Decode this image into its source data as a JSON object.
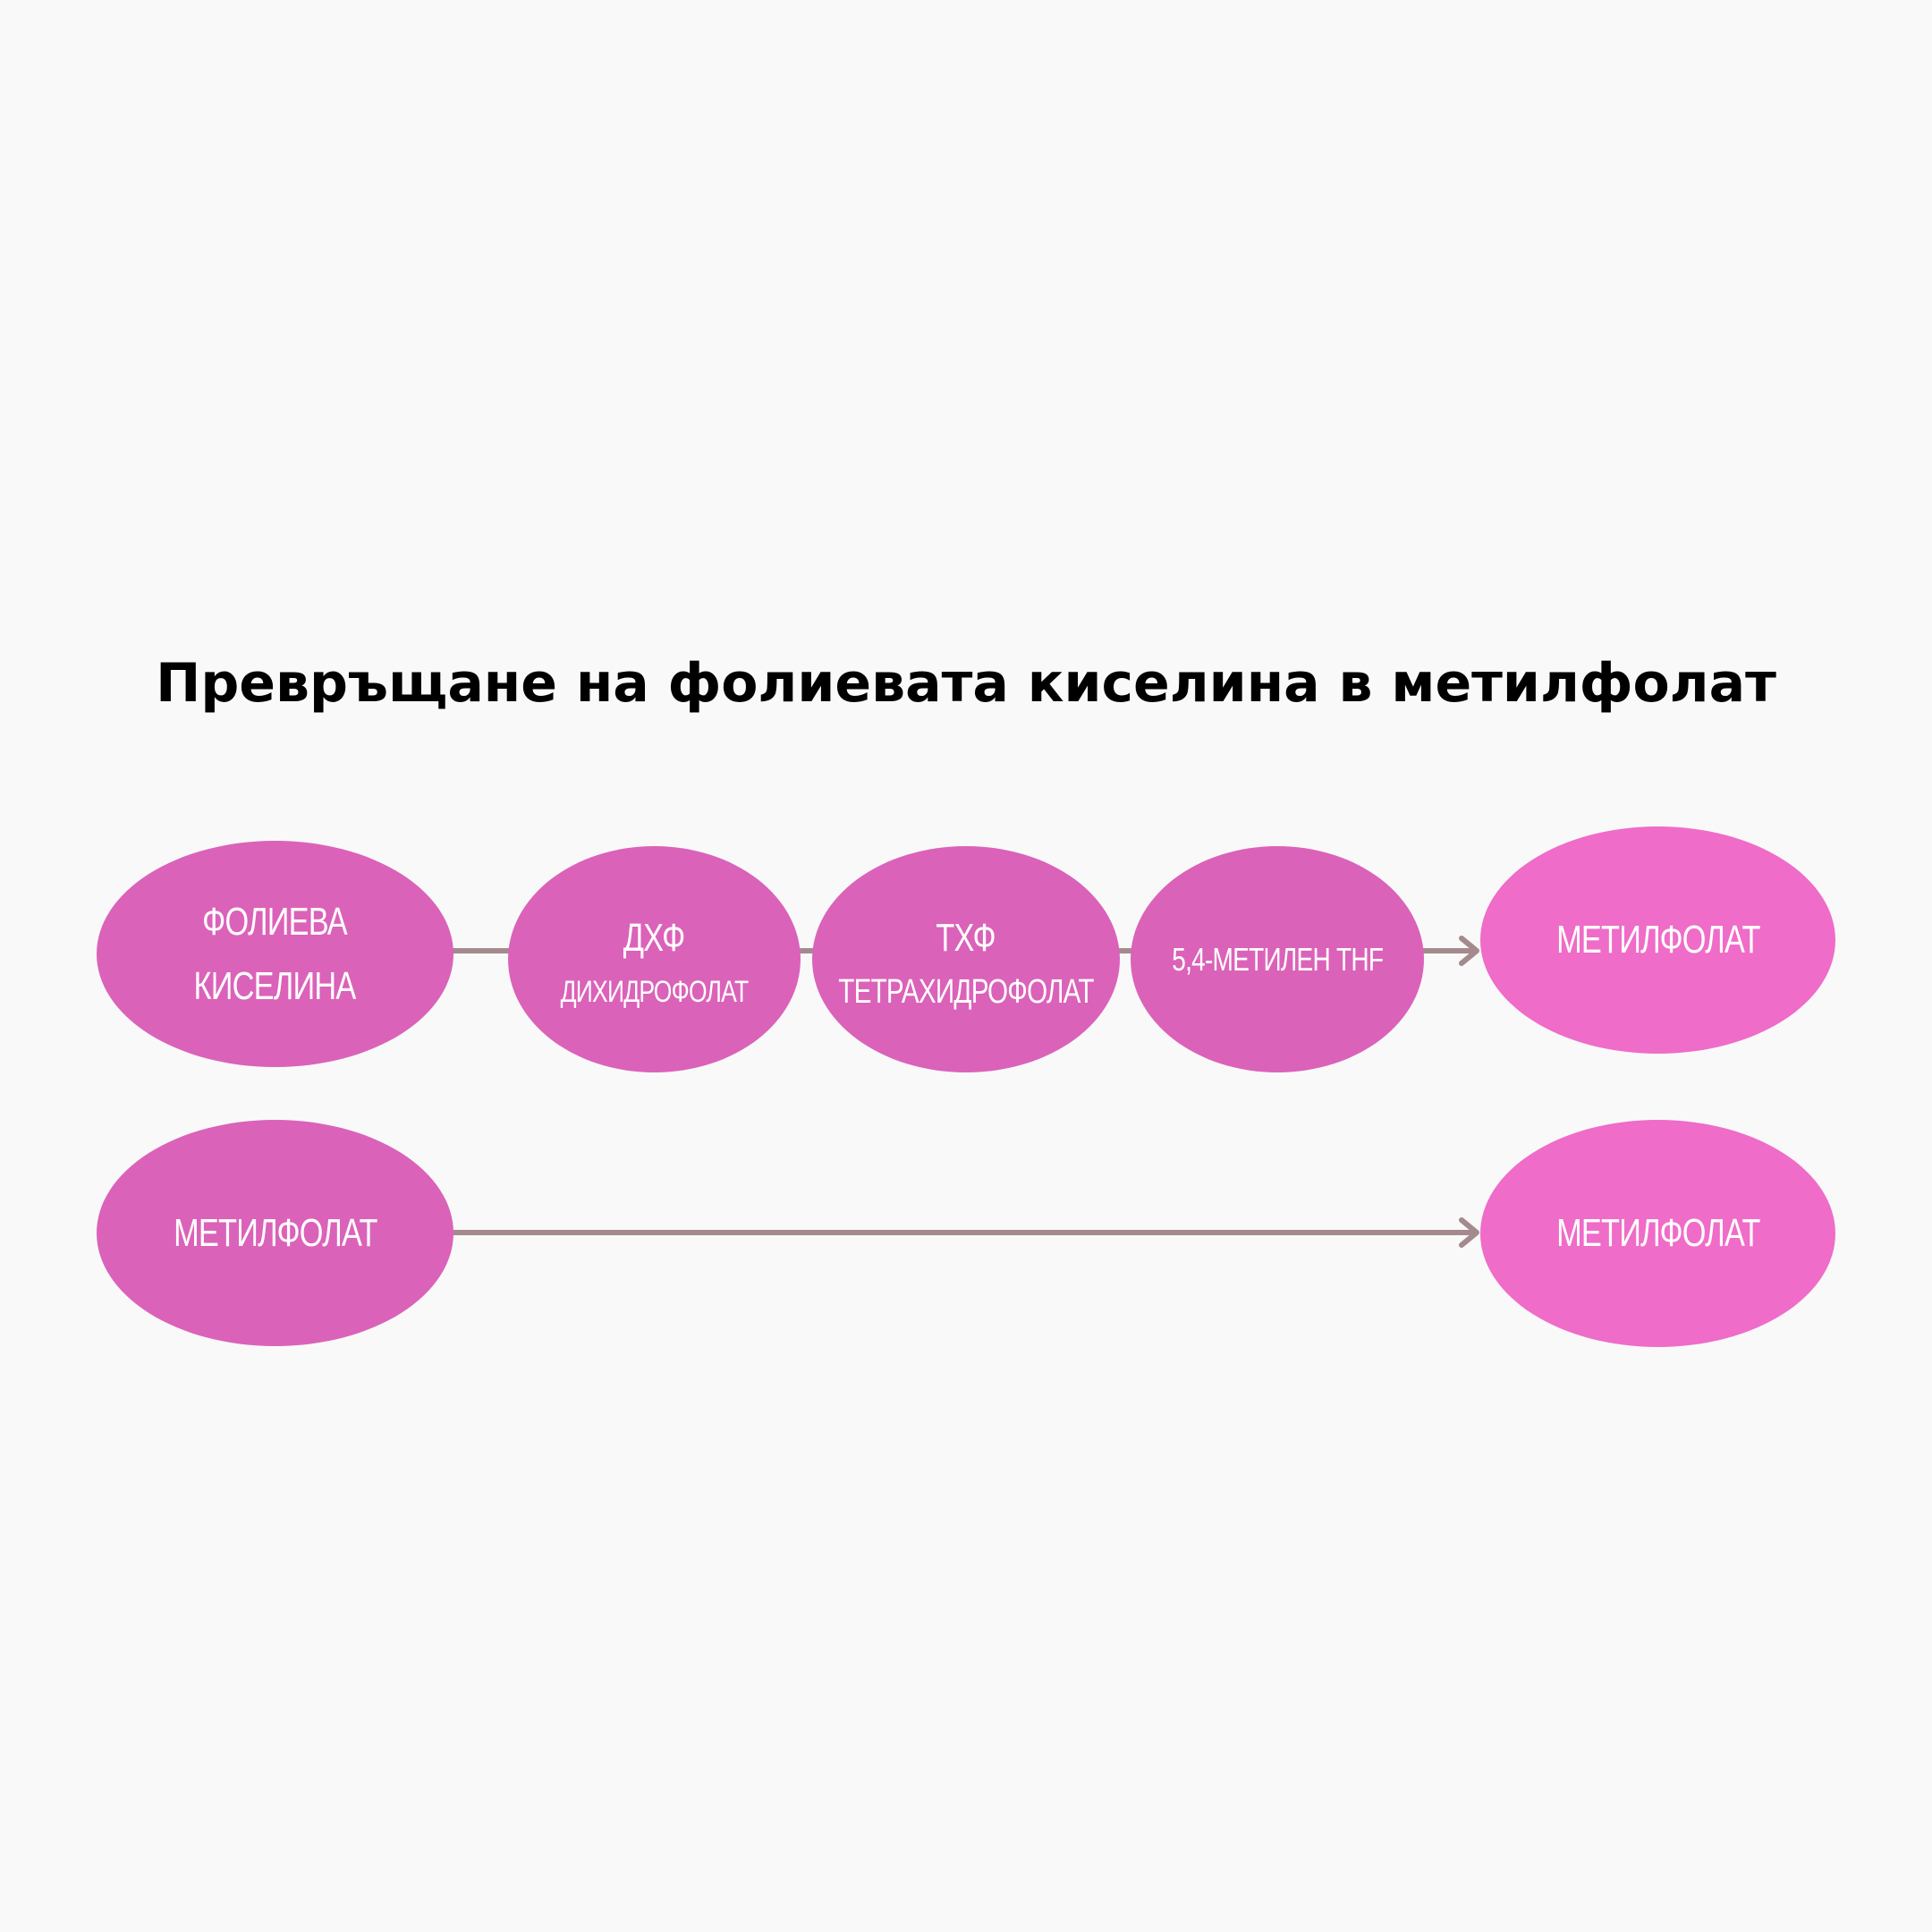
{
  "title": "Превръщане на фолиевата киселина в метилфолат",
  "colors": {
    "background": "#f9f9fa",
    "node_primary": "#db62b9",
    "node_final": "#ef6cc8",
    "arrow": "#a58a8d",
    "text": "#ffffff"
  },
  "row1": {
    "folic_acid": {
      "label": "Фолиева\nкиселина"
    },
    "dhf": {
      "label": "ДХФ",
      "sublabel": "дихидрофолат"
    },
    "thf": {
      "label": "ТХФ",
      "sublabel": "тетрахидрофолат"
    },
    "methylene_thf": {
      "label": "5,4-метилен THF"
    },
    "methylfolate": {
      "label": "метилфолат"
    }
  },
  "row2": {
    "source": {
      "label": "метилфолат"
    },
    "target": {
      "label": "метилфолат"
    }
  },
  "connectors": [
    {
      "from": "folic_acid",
      "to": "dhf",
      "arrowhead": false
    },
    {
      "from": "dhf",
      "to": "thf",
      "arrowhead": false
    },
    {
      "from": "thf",
      "to": "methylene_thf",
      "arrowhead": false
    },
    {
      "from": "methylene_thf",
      "to": "methylfolate",
      "arrowhead": true
    },
    {
      "from": "row2.source",
      "to": "row2.target",
      "arrowhead": true
    }
  ]
}
